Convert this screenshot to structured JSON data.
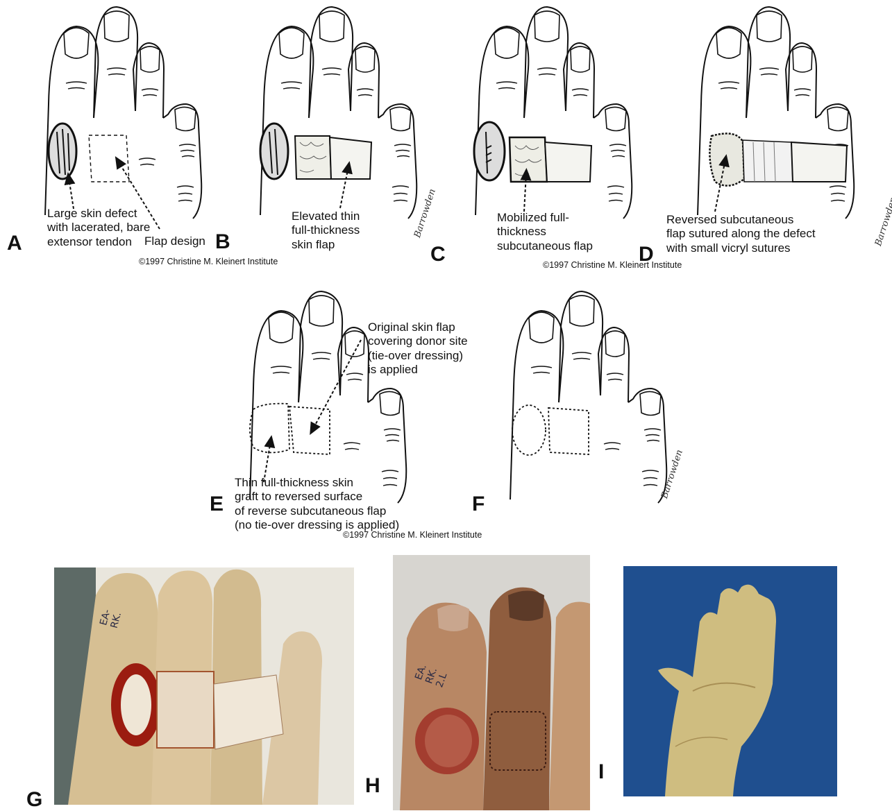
{
  "panels": [
    {
      "letter": "A",
      "captions": [
        "Large skin defect\nwith lacerated, bare\nextensor tendon",
        "Flap design"
      ]
    },
    {
      "letter": "B",
      "captions": [
        "Elevated thin\nfull-thickness\nskin flap"
      ]
    },
    {
      "letter": "C",
      "captions": [
        "Mobilized full-\nthickness\nsubcutaneous flap"
      ]
    },
    {
      "letter": "D",
      "captions": [
        "Reversed subcutaneous\nflap sutured along the defect\nwith small vicryl sutures"
      ]
    },
    {
      "letter": "E",
      "captions": [
        "Original skin flap\ncovering donor site\n(tie-over dressing)\nis applied",
        "Thin full-thickness skin\ngraft to reversed surface\nof reverse subcutaneous flap\n(no tie-over dressing is applied)"
      ]
    },
    {
      "letter": "F",
      "captions": []
    },
    {
      "letter": "G",
      "captions": []
    },
    {
      "letter": "H",
      "captions": []
    },
    {
      "letter": "I",
      "captions": []
    }
  ],
  "copyright": "©1997 Christine M. Kleinert Institute",
  "signature": "Barrowden",
  "photo_marks": {
    "g": "EA-\nRK.",
    "h": "EA.\nRK.\n2.L"
  },
  "colors": {
    "ink": "#111111",
    "skin_photo": "#d9c39a",
    "wound": "#9b1c10",
    "blue_background": "#1f4f8f",
    "towel": "#e9e6dd"
  }
}
